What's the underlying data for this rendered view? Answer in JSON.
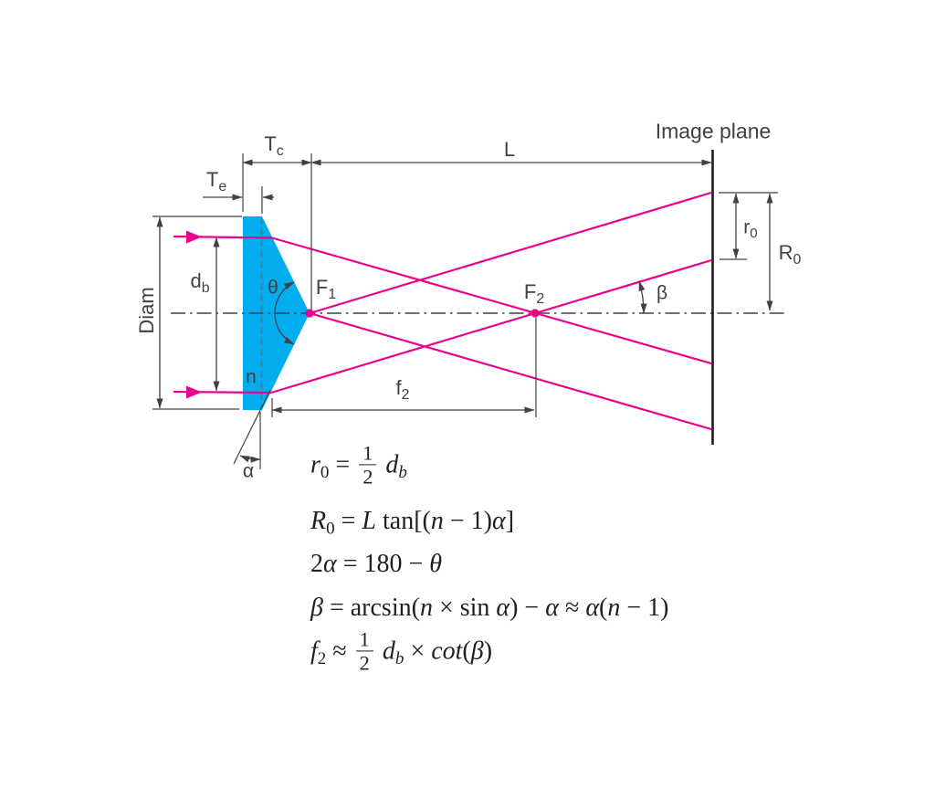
{
  "colors": {
    "ray": "#EC008C",
    "lens": "#00AEEF",
    "lens_dash": "#3a7ca1",
    "dim": "#414042",
    "plane": "#1f1c1d",
    "text": "#414042",
    "formula": "#231F20"
  },
  "labels": {
    "image_plane": "Image plane",
    "tc": {
      "base": "T",
      "sub": "c"
    },
    "te": {
      "base": "T",
      "sub": "e"
    },
    "length": "L",
    "diam": "Diam",
    "db": {
      "base": "d",
      "sub": "b"
    },
    "theta": "θ",
    "f1": {
      "base": "F",
      "sub": "1"
    },
    "f2_point": {
      "base": "F",
      "sub": "2"
    },
    "beta": "β",
    "r0": {
      "base": "r",
      "sub": "0"
    },
    "R0": {
      "base": "R",
      "sub": "0"
    },
    "n": "n",
    "f2_dim": {
      "base": "f",
      "sub": "2"
    },
    "alpha": "α"
  },
  "formulas": [
    [
      {
        "t": "r",
        "i": 1
      },
      {
        "t": "0",
        "sub": 1
      },
      {
        "t": " = "
      },
      {
        "frac": {
          "num": "1",
          "den": "2"
        }
      },
      {
        "t": " d",
        "i": 1
      },
      {
        "t": "b",
        "i": 1,
        "sub": 1
      }
    ],
    [
      {
        "t": "R",
        "i": 1
      },
      {
        "t": "0",
        "sub": 1
      },
      {
        "t": " = "
      },
      {
        "t": "L",
        "i": 1
      },
      {
        "t": " tan[("
      },
      {
        "t": "n",
        "i": 1
      },
      {
        "t": " − 1)"
      },
      {
        "t": "α",
        "i": 1
      },
      {
        "t": "]"
      }
    ],
    [
      {
        "t": "2"
      },
      {
        "t": "α",
        "i": 1
      },
      {
        "t": " = 180 − "
      },
      {
        "t": "θ",
        "i": 1
      }
    ],
    [
      {
        "t": "β",
        "i": 1
      },
      {
        "t": " = arcsin("
      },
      {
        "t": "n",
        "i": 1
      },
      {
        "t": " × sin "
      },
      {
        "t": "α",
        "i": 1
      },
      {
        "t": ") − "
      },
      {
        "t": "α",
        "i": 1
      },
      {
        "t": " ≈ "
      },
      {
        "t": "α",
        "i": 1
      },
      {
        "t": "("
      },
      {
        "t": "n",
        "i": 1
      },
      {
        "t": " − 1)"
      }
    ],
    [
      {
        "t": "f",
        "i": 1
      },
      {
        "t": "2",
        "sub": 1
      },
      {
        "t": " ≈ "
      },
      {
        "frac": {
          "num": "1",
          "den": "2"
        }
      },
      {
        "t": " d",
        "i": 1
      },
      {
        "t": "b",
        "i": 1,
        "sub": 1
      },
      {
        "t": " × "
      },
      {
        "t": "cot",
        "i": 1
      },
      {
        "t": "("
      },
      {
        "t": "β",
        "i": 1
      },
      {
        "t": ")"
      }
    ]
  ]
}
